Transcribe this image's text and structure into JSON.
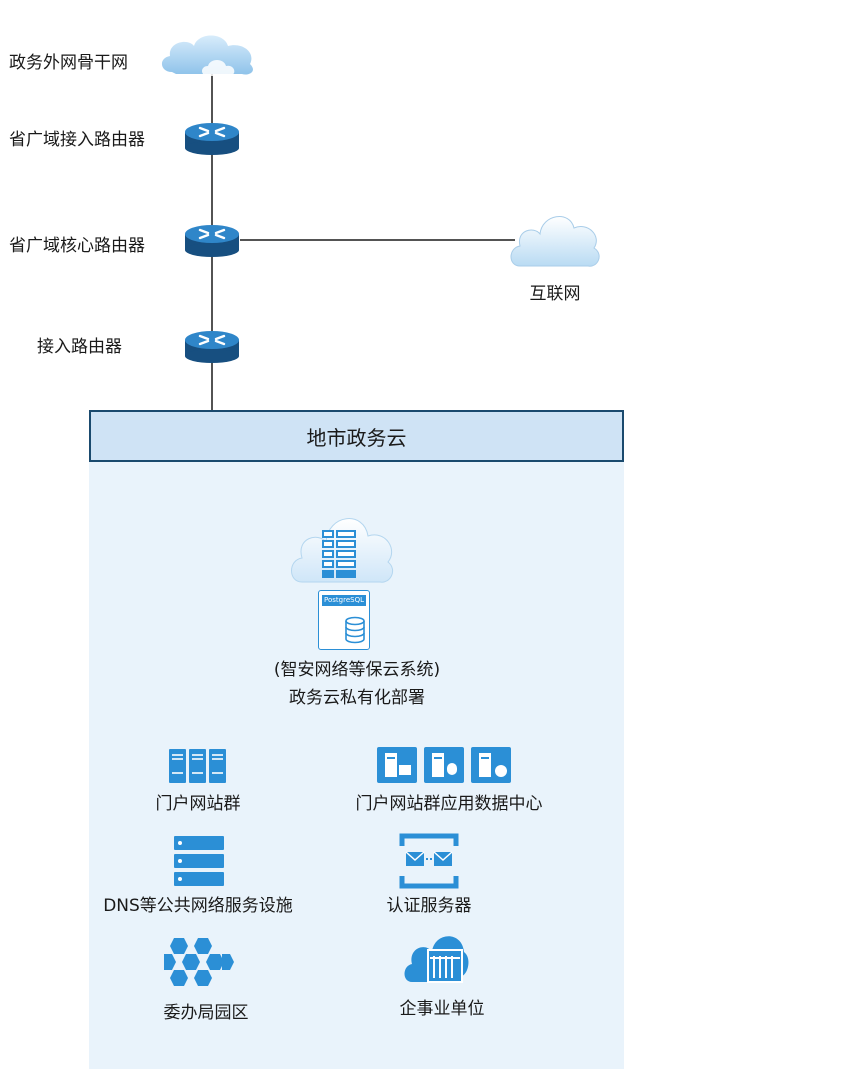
{
  "nodes": {
    "backbone": "政务外网骨干网",
    "prov_access_router": "省广域接入路由器",
    "prov_core_router": "省广域核心路由器",
    "internet": "互联网",
    "access_router": "接入路由器"
  },
  "cloud": {
    "title": "地市政务云",
    "db_badge": "PostgreSQL",
    "system_line1": "(智安网络等保云系统)",
    "system_line2": "政务云私有化部署",
    "items": {
      "portal_cluster": "门户网站群",
      "portal_datacenter": "门户网站群应用数据中心",
      "dns": "DNS等公共网络服务设施",
      "auth_server": "认证服务器",
      "bureau_park": "委办局园区",
      "enterprise": "企事业单位"
    }
  },
  "colors": {
    "line": "#1a1a1a",
    "router_blue": "#1f6fb0",
    "icon_blue": "#2b8fd6",
    "region_fill": "#e9f3fb",
    "header_fill": "#cfe3f5",
    "header_border": "#1a4a6e"
  }
}
